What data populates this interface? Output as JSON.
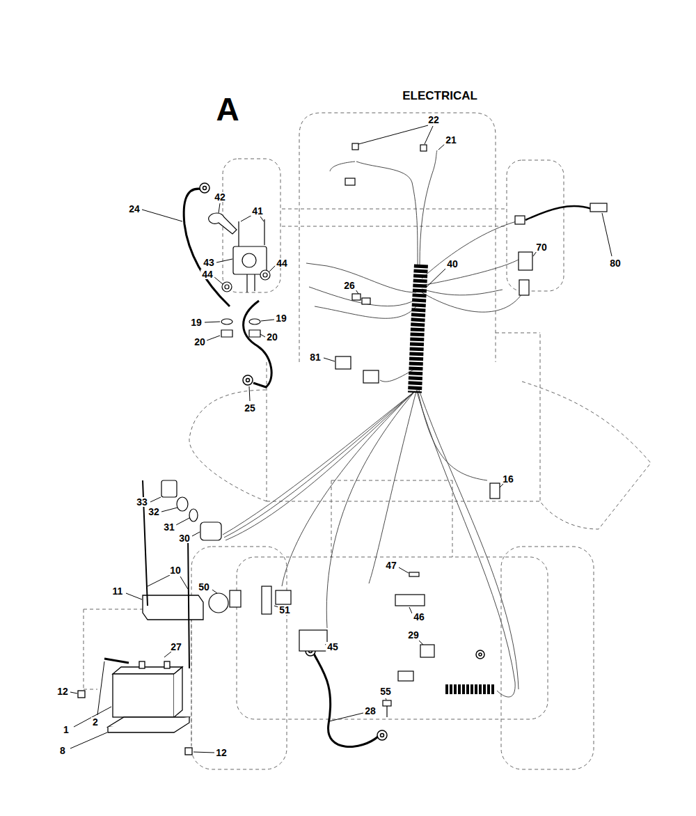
{
  "diagram": {
    "title": "ELECTRICAL",
    "labels": [
      "A",
      "22",
      "21",
      "42",
      "24",
      "41",
      "70",
      "43",
      "44",
      "40",
      "80",
      "44",
      "26",
      "19",
      "19",
      "20",
      "20",
      "81",
      "25",
      "16",
      "33",
      "32",
      "31",
      "30",
      "47",
      "10",
      "50",
      "11",
      "51",
      "46",
      "29",
      "45",
      "27",
      "12",
      "55",
      "28",
      "2",
      "1",
      "8",
      "12"
    ]
  }
}
